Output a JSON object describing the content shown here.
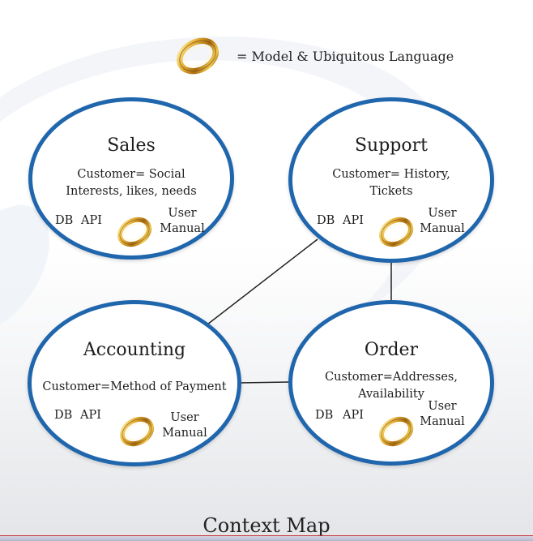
{
  "legend": {
    "text": "= Model & Ubiquitous Language",
    "icon": "gold-ring-icon"
  },
  "contexts": [
    {
      "title": "Sales",
      "description": "Customer= Social Interests, likes, needs",
      "db": "DB",
      "api": "API",
      "manual": "User\nManual"
    },
    {
      "title": "Support",
      "description": "Customer= History, Tickets",
      "db": "DB",
      "api": "API",
      "manual": "User\nManual"
    },
    {
      "title": "Accounting",
      "description": "Customer=Method of Payment",
      "db": "DB",
      "api": "API",
      "manual": "User\nManual"
    },
    {
      "title": "Order",
      "description": "Customer=Addresses, Availability",
      "db": "DB",
      "api": "API",
      "manual": "User\nManual"
    }
  ],
  "connections": [
    [
      "Support",
      "Accounting"
    ],
    [
      "Support",
      "Order"
    ],
    [
      "Accounting",
      "Order"
    ]
  ],
  "footer": {
    "title": "Context Map"
  },
  "colors": {
    "ellipse_border": "#2066ad",
    "ring_gold": "#c9951e",
    "connector": "#222222"
  }
}
